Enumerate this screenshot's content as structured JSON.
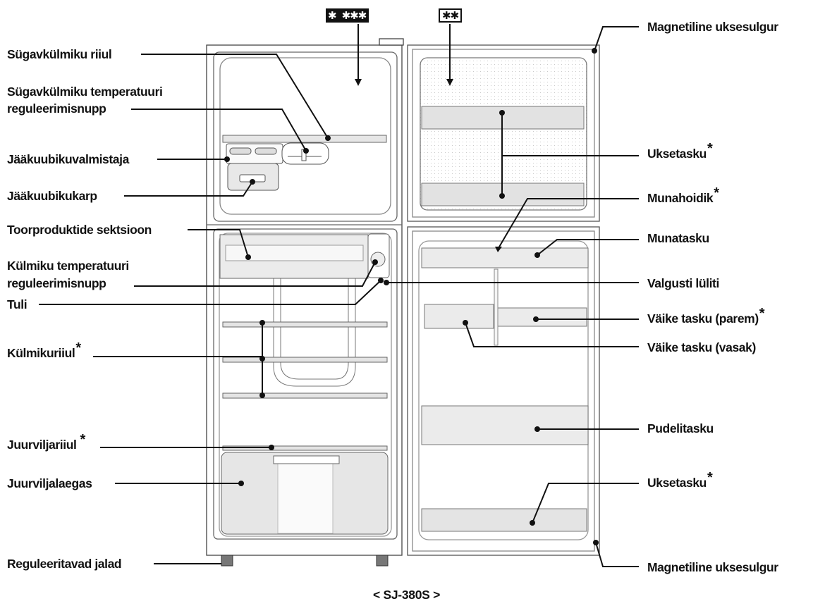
{
  "badges": {
    "freezer_left_glyph": "✱",
    "freezer_left_stars": "✱✱✱",
    "freezer_right_stars": "✱✱"
  },
  "labels_left": {
    "sugavkulmiku_riiul": "Sügavkülmiku riiul",
    "sugav_temp_line1": "Sügavkülmiku temperatuuri",
    "sugav_temp_line2": "reguleerimisnupp",
    "jaakuubikuvalmistaja": "Jääkuubikuvalmistaja",
    "jaakuubikukarp": "Jääkuubikukarp",
    "toorproduktide": "Toorproduktide sektsioon",
    "kulm_temp_line1": "Külmiku temperatuuri",
    "kulm_temp_line2": "reguleerimisnupp",
    "tuli": "Tuli",
    "kulmikuriiul": "Külmikuriiul",
    "juurviljariiul": "Juurviljariiul",
    "juurviljalaegas": "Juurviljalaegas",
    "reguleeritavad_jalad": "Reguleeritavad jalad"
  },
  "labels_right": {
    "magnet_top": "Magnetiline uksesulgur",
    "uksetasku_top": "Uksetasku",
    "munahoidik": "Munahoidik",
    "munatasku": "Munatasku",
    "valgusti": "Valgusti lüliti",
    "vaike_parem": "Väike tasku (parem)",
    "vaike_vasak": "Väike tasku (vasak)",
    "pudelitasku": "Pudelitasku",
    "uksetasku_bottom": "Uksetasku",
    "magnet_bottom": "Magnetiline uksesulgur"
  },
  "asterisk": "*",
  "model": "< SJ-380S >"
}
